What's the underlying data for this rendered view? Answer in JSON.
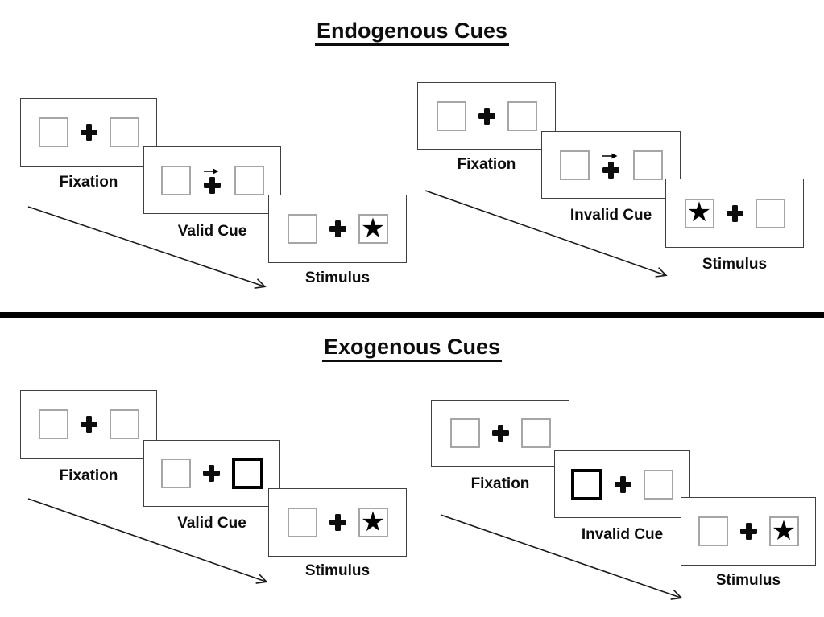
{
  "endogenous": {
    "title": "Endogenous Cues",
    "valid": {
      "fixation_label": "Fixation",
      "cue_label": "Valid Cue",
      "stimulus_label": "Stimulus",
      "cue_type": "central-arrow-right",
      "stimulus_side": "right"
    },
    "invalid": {
      "fixation_label": "Fixation",
      "cue_label": "Invalid Cue",
      "stimulus_label": "Stimulus",
      "cue_type": "central-arrow-right",
      "stimulus_side": "left"
    }
  },
  "exogenous": {
    "title": "Exogenous Cues",
    "valid": {
      "fixation_label": "Fixation",
      "cue_label": "Valid Cue",
      "stimulus_label": "Stimulus",
      "cue_type": "peripheral-thick-box-right",
      "stimulus_side": "right"
    },
    "invalid": {
      "fixation_label": "Fixation",
      "cue_label": "Invalid Cue",
      "stimulus_label": "Stimulus",
      "cue_type": "peripheral-thick-box-left",
      "stimulus_side": "right"
    }
  },
  "icons": {
    "star": "★"
  },
  "colors": {
    "background": "#ffffff",
    "card_border": "#404040",
    "placeholder_border": "#a6a6a6",
    "cue_highlight_border": "#000000",
    "text": "#0d0d0d",
    "divider": "#000000"
  }
}
